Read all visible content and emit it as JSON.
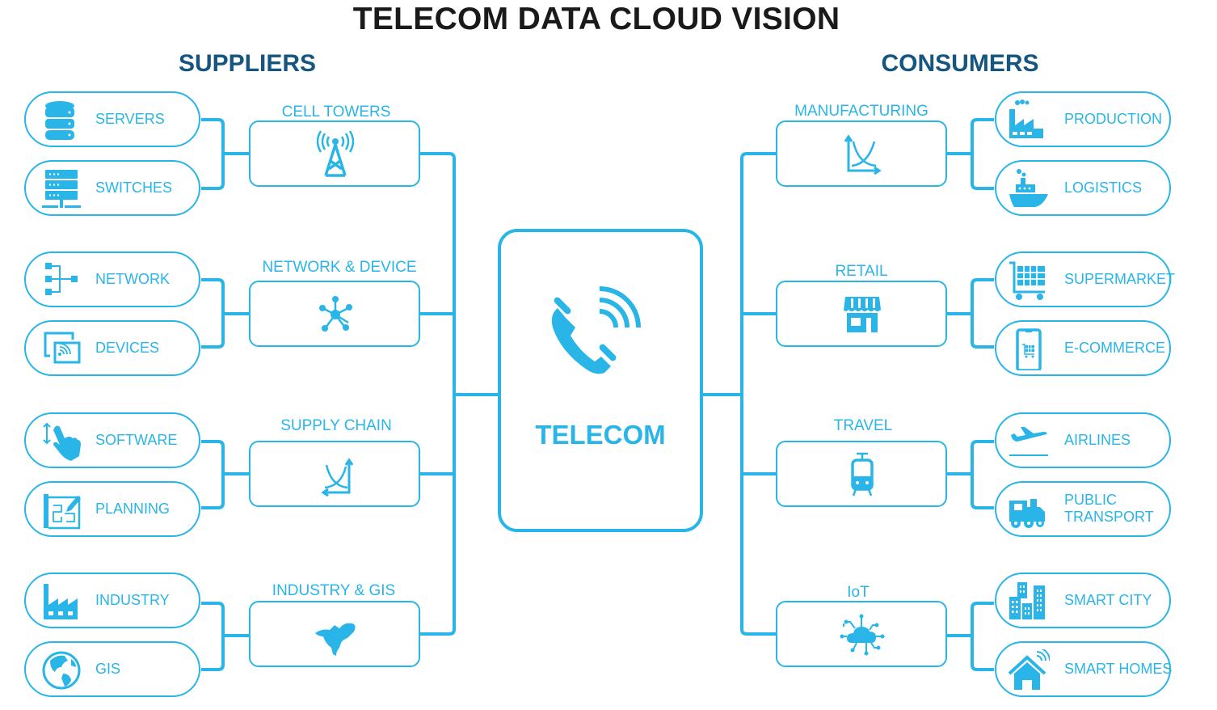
{
  "title": "TELECOM DATA CLOUD VISION",
  "colors": {
    "accent": "#29b5e8",
    "heading": "#15557f",
    "title": "#1a1a1a"
  },
  "hub": {
    "label": "TELECOM",
    "icon": "phone-ringing-icon"
  },
  "suppliers": {
    "title": "SUPPLIERS",
    "categories": [
      {
        "label": "CELL TOWERS",
        "icon": "cell-tower-icon",
        "items": [
          {
            "label": "SERVERS",
            "icon": "database-icon"
          },
          {
            "label": "SWITCHES",
            "icon": "server-rack-icon"
          }
        ]
      },
      {
        "label": "NETWORK & DEVICE",
        "icon": "network-hub-icon",
        "items": [
          {
            "label": "NETWORK",
            "icon": "network-tree-icon"
          },
          {
            "label": "DEVICES",
            "icon": "devices-wifi-icon"
          }
        ]
      },
      {
        "label": "SUPPLY CHAIN",
        "icon": "crossing-curves-chart-icon",
        "items": [
          {
            "label": "SOFTWARE",
            "icon": "hand-swipe-icon"
          },
          {
            "label": "PLANNING",
            "icon": "blueprint-icon"
          }
        ]
      },
      {
        "label": "INDUSTRY & GIS",
        "icon": "north-america-map-icon",
        "items": [
          {
            "label": "INDUSTRY",
            "icon": "factory-icon"
          },
          {
            "label": "GIS",
            "icon": "globe-icon"
          }
        ]
      }
    ]
  },
  "consumers": {
    "title": "CONSUMERS",
    "categories": [
      {
        "label": "MANUFACTURING",
        "icon": "crossing-curves-chart-icon",
        "items": [
          {
            "label": "PRODUCTION",
            "icon": "factory-smoke-icon"
          },
          {
            "label": "LOGISTICS",
            "icon": "cargo-ship-icon"
          }
        ]
      },
      {
        "label": "RETAIL",
        "icon": "storefront-icon",
        "items": [
          {
            "label": "SUPERMARKET",
            "icon": "shopping-cart-icon"
          },
          {
            "label": "E-COMMERCE",
            "icon": "mobile-cart-icon"
          }
        ]
      },
      {
        "label": "TRAVEL",
        "icon": "tram-icon",
        "items": [
          {
            "label": "AIRLINES",
            "icon": "airplane-takeoff-icon"
          },
          {
            "label": "PUBLIC\nTRANSPORT",
            "label_lines": [
              "PUBLIC",
              "TRANSPORT"
            ],
            "icon": "locomotive-icon"
          }
        ]
      },
      {
        "label": "IoT",
        "icon": "iot-cloud-icon",
        "items": [
          {
            "label": "SMART CITY",
            "icon": "city-buildings-icon"
          },
          {
            "label": "SMART HOMES",
            "icon": "smart-home-icon"
          }
        ]
      }
    ]
  }
}
